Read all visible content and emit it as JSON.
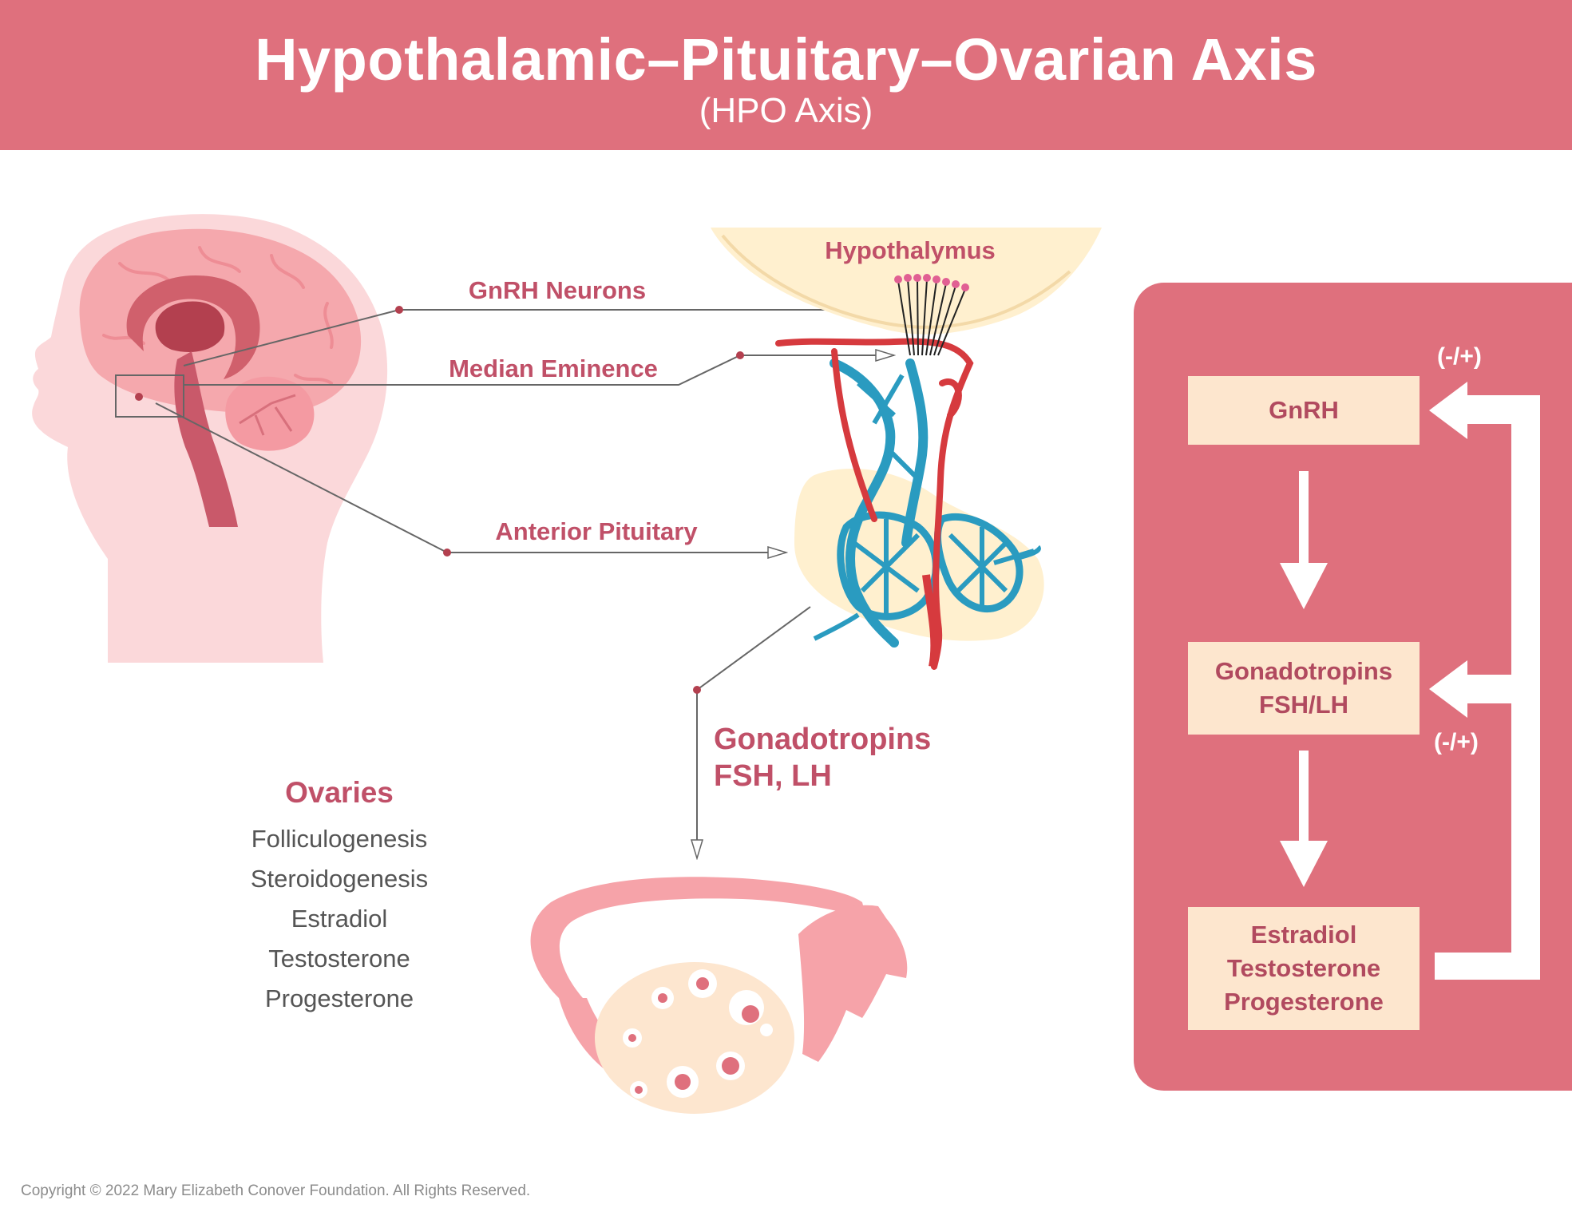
{
  "header": {
    "title": "Hypothalamic–Pituitary–Ovarian Axis",
    "subtitle": "(HPO Axis)"
  },
  "labels": {
    "hypothalamus": "Hypothalymus",
    "gnrh_neurons": "GnRH Neurons",
    "median_eminence": "Median Eminence",
    "anterior_pituitary": "Anterior Pituitary",
    "gonadotropins_line1": "Gonadotropins",
    "gonadotropins_line2": "FSH, LH"
  },
  "ovaries": {
    "title": "Ovaries",
    "items": [
      "Folliculogenesis",
      "Steroidogenesis",
      "Estradiol",
      "Testosterone",
      "Progesterone"
    ]
  },
  "feedback_panel": {
    "boxes": [
      {
        "lines": [
          "GnRH"
        ]
      },
      {
        "lines": [
          "Gonadotropins",
          "FSH/LH"
        ]
      },
      {
        "lines": [
          "Estradiol",
          "Testosterone",
          "Progesterone"
        ]
      }
    ],
    "feedback_labels": [
      "(-/+)",
      "(-/+)"
    ]
  },
  "colors": {
    "brand_pink": "#df707d",
    "label_text": "#c05068",
    "box_fill": "#fde6ce",
    "artery_red": "#d63a3e",
    "vessel_blue": "#2a9bc0",
    "head_pink": "#fbd8da"
  },
  "copyright": "Copyright © 2022 Mary Elizabeth Conover Foundation. All Rights Reserved."
}
